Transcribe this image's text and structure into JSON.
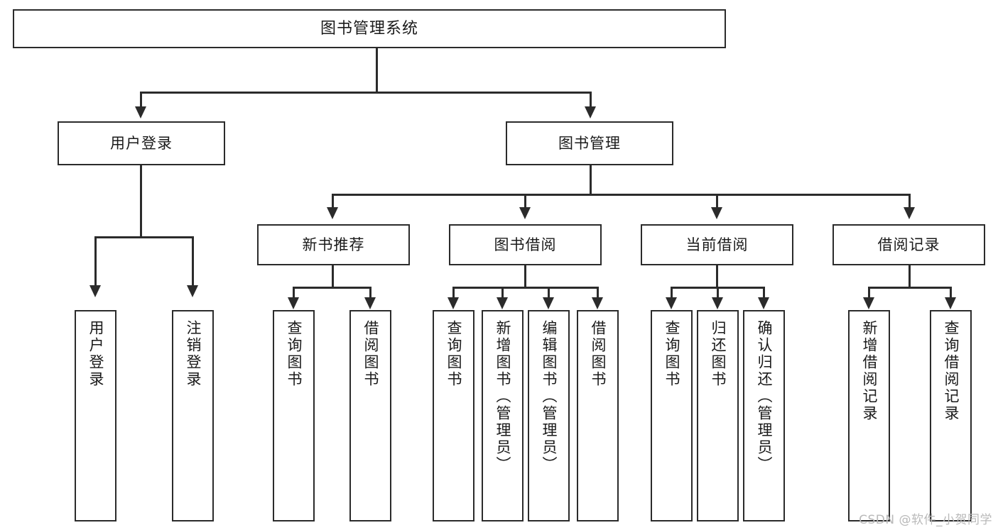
{
  "diagram": {
    "type": "tree",
    "title": "图书管理系统",
    "root": {
      "id": "root",
      "label": "图书管理系统"
    },
    "tier2": [
      {
        "id": "user-login",
        "label": "用户登录"
      },
      {
        "id": "book-manage",
        "label": "图书管理"
      }
    ],
    "tier3": [
      {
        "id": "new-book-recommend",
        "label": "新书推荐"
      },
      {
        "id": "book-borrow",
        "label": "图书借阅"
      },
      {
        "id": "current-borrow",
        "label": "当前借阅"
      },
      {
        "id": "borrow-record",
        "label": "借阅记录"
      }
    ],
    "leaves": {
      "user_login": [
        {
          "id": "leaf-user-login",
          "label": "用户登录"
        },
        {
          "id": "leaf-logout",
          "label": "注销登录"
        }
      ],
      "new_book_recommend": [
        {
          "id": "leaf-query-book-1",
          "label": "查询图书"
        },
        {
          "id": "leaf-borrow-book-1",
          "label": "借阅图书"
        }
      ],
      "book_borrow": [
        {
          "id": "leaf-query-book-2",
          "label": "查询图书"
        },
        {
          "id": "leaf-add-book",
          "label": "新增图书（管理员）"
        },
        {
          "id": "leaf-edit-book",
          "label": "编辑图书（管理员）"
        },
        {
          "id": "leaf-borrow-book-2",
          "label": "借阅图书"
        }
      ],
      "current_borrow": [
        {
          "id": "leaf-query-book-3",
          "label": "查询图书"
        },
        {
          "id": "leaf-return-book",
          "label": "归还图书"
        },
        {
          "id": "leaf-confirm-return",
          "label": "确认归还（管理员）"
        }
      ],
      "borrow_record": [
        {
          "id": "leaf-add-record",
          "label": "新增借阅记录"
        },
        {
          "id": "leaf-query-record",
          "label": "查询借阅记录"
        }
      ]
    }
  },
  "watermark": {
    "text": "CSDN @软件_小贺同学"
  },
  "colors": {
    "stroke": "#2b2b2b",
    "background": "#ffffff",
    "text": "#1a1a1a",
    "watermark": "#b9b9b9"
  }
}
